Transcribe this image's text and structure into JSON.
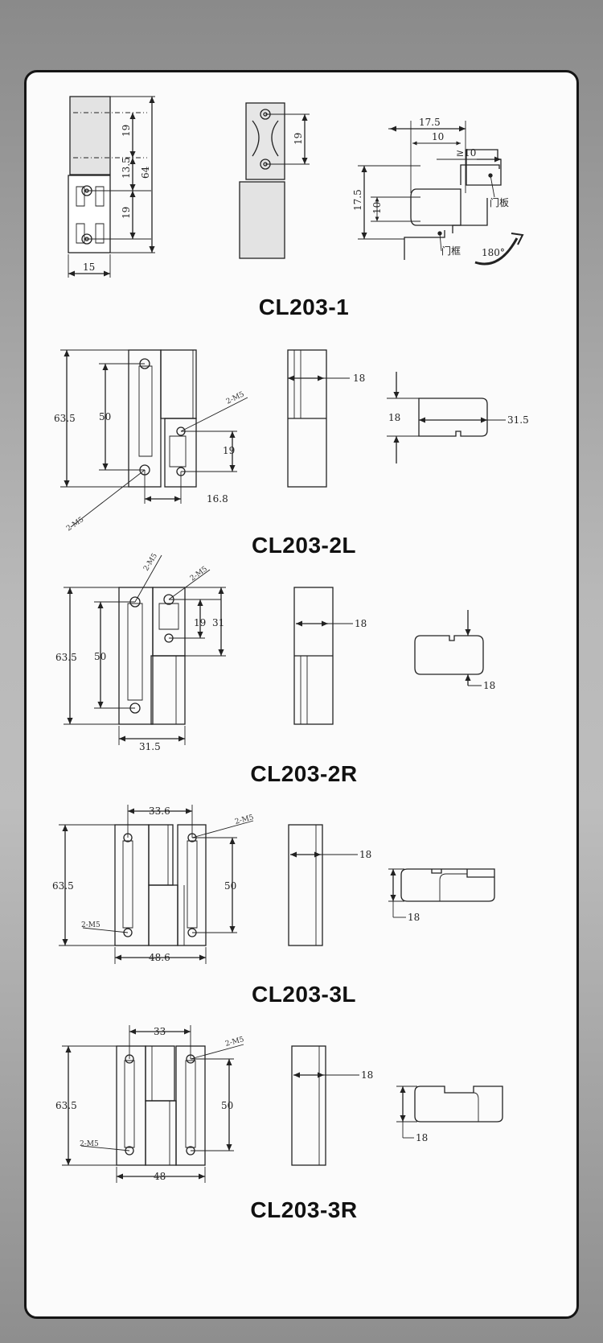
{
  "models": [
    {
      "label": "CL203-1"
    },
    {
      "label": "CL203-2L"
    },
    {
      "label": "CL203-2R"
    },
    {
      "label": "CL203-3L"
    },
    {
      "label": "CL203-3R"
    }
  ],
  "dims": {
    "d19": "19",
    "d13_5": "13.5",
    "d64": "64",
    "d15": "15",
    "d17_5": "17.5",
    "d10": "10",
    "dgt10": "≥10",
    "door_panel": "门板",
    "door_frame": "门框",
    "d180": "180°",
    "d63_5": "63.5",
    "d50": "50",
    "d18": "18",
    "d16_8": "16.8",
    "d31_5": "31.5",
    "d31": "31",
    "d33_6": "33.6",
    "d48_6": "48.6",
    "d33": "33",
    "d48": "48",
    "m5": "2-M5"
  }
}
